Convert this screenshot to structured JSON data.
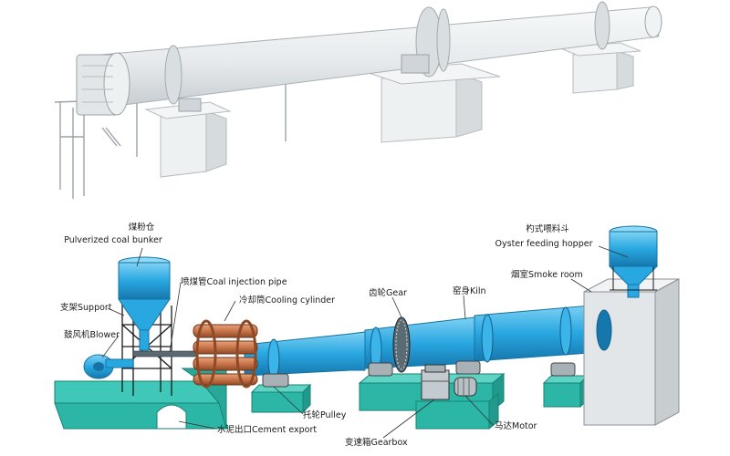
{
  "labels": {
    "pulverized_coal_bunker": "煤粉仓",
    "pulverized_coal_bunker_en": "Pulverized coal bunker",
    "support": "支架Support",
    "blower": "鼓风机Blower",
    "coal_injection_pipe": "喷煤管Coal injection pipe",
    "cooling_cylinder": "冷却筒Cooling cylinder",
    "gear": "齿轮Gear",
    "kiln": "窑身Kiln",
    "oyster_feeding_hopper": "杓式喂料斗",
    "oyster_feeding_hopper_en": "Oyster feeding hopper",
    "smoke_room": "烟室Smoke room",
    "pulley": "托轮Pulley",
    "cement_export": "水泥出口Cement export",
    "gearbox": "变速箱Gearbox",
    "motor": "马达Motor"
  },
  "colors": {
    "kiln_blue": "#29a7e1",
    "base_teal": "#2bb6a6",
    "cooler_copper": "#c8744a",
    "room_gray": "#e3e6e8",
    "render_gray": "#e9edef"
  }
}
